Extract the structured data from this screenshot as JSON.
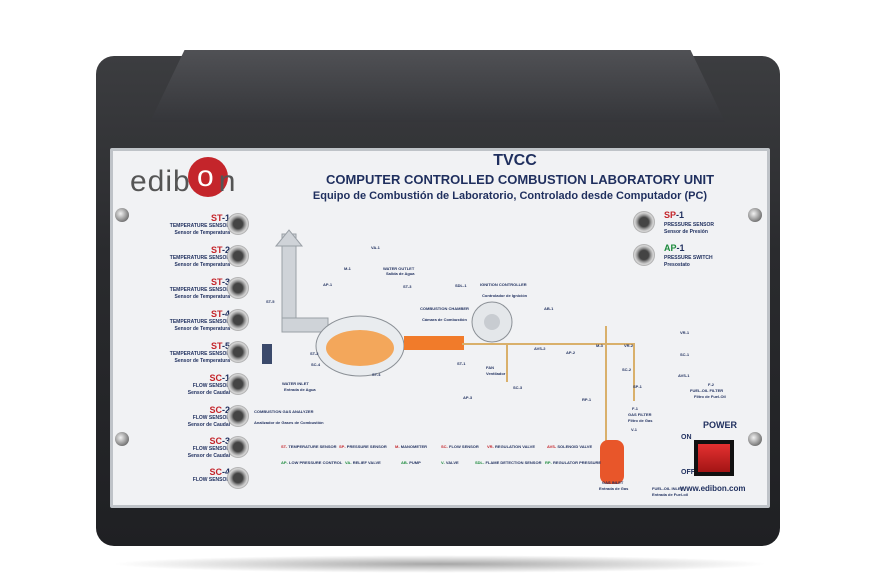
{
  "title": {
    "model": "TVCC",
    "en": "COMPUTER CONTROLLED COMBUSTION LABORATORY UNIT",
    "es": "Equipo de Combustión de Laboratorio, Controlado desde Computador (PC)"
  },
  "brand": {
    "pre": "edib",
    "o": "o",
    "post": "n",
    "site": "www.edibon.com"
  },
  "colors": {
    "navy": "#1f2f5e",
    "red": "#c4252b",
    "panel": "#f1f2f4",
    "case": "#2a2b2e"
  },
  "left_sensors": [
    {
      "code_a": "ST",
      "code_b": "-1",
      "en": "TEMPERATURE SENSOR",
      "es": "Sensor de Temperatura"
    },
    {
      "code_a": "ST",
      "code_b": "-2",
      "en": "TEMPERATURE SENSOR",
      "es": "Sensor de Temperatura"
    },
    {
      "code_a": "ST",
      "code_b": "-3",
      "en": "TEMPERATURE SENSOR",
      "es": "Sensor de Temperatura"
    },
    {
      "code_a": "ST",
      "code_b": "-4",
      "en": "TEMPERATURE SENSOR",
      "es": "Sensor de Temperatura"
    },
    {
      "code_a": "ST",
      "code_b": "-5",
      "en": "TEMPERATURE SENSOR",
      "es": "Sensor de Temperatura"
    },
    {
      "code_a": "SC",
      "code_b": "-1",
      "en": "FLOW SENSOR",
      "es": "Sensor de Caudal"
    },
    {
      "code_a": "SC",
      "code_b": "-2",
      "en": "FLOW SENSOR",
      "es": "Sensor de Caudal"
    },
    {
      "code_a": "SC",
      "code_b": "-3",
      "en": "FLOW SENSOR",
      "es": "Sensor de Caudal"
    },
    {
      "code_a": "SC",
      "code_b": "-4",
      "en": "FLOW SENSOR",
      "es": ""
    }
  ],
  "right_sensors": [
    {
      "code_a": "SP",
      "code_b": "-1",
      "en": "PRESSURE SENSOR",
      "es": "Sensor de Presión"
    },
    {
      "code_a": "AP",
      "code_b": "-1",
      "en": "PRESSURE SWITCH",
      "es": "Presostato"
    }
  ],
  "diagram_labels": {
    "va1": "VA-1",
    "m1": "M-1",
    "ap1": "AP-1",
    "st3": "ST-3",
    "st5": "ST-5",
    "st2": "ST-2",
    "sc4": "SC-4",
    "st4": "ST-4",
    "water_outlet": "WATER OUTLET",
    "water_outlet_es": "Salida de Agua",
    "water_inlet": "WATER INLET",
    "water_inlet_es": "Entrada de Agua",
    "chamber": "COMBUSTION CHAMBER",
    "chamber_es": "Cámara de Combustión",
    "analyzer": "COMBUSTION GAS ANALYZER",
    "analyzer_es": "Analizador de Gases de Combustión",
    "sdl1": "SDL-1",
    "ignition": "IGNITION CONTROLLER",
    "ignition_es": "Controlador de Ignición",
    "st1": "ST-1",
    "fan": "FAN",
    "fan_es": "Ventilador",
    "sc3": "SC-3",
    "ap3": "AP-3",
    "ab1": "AB-1",
    "avs2": "AVS-2",
    "ap2": "AP-2",
    "m3": "M-3",
    "vr2": "VR-2",
    "vr1": "VR-1",
    "sc1": "SC-1",
    "avs1": "AVS-1",
    "sc2": "SC-2",
    "sp1": "SP-1",
    "rp1": "RP-1",
    "f1": "F-1",
    "gas_filter": "GAS FILTER",
    "gas_filter_es": "Filtro de Gas",
    "v1": "V-1",
    "f2": "F-2",
    "fuel_filter": "FUEL-OIL FILTER",
    "fuel_filter_es": "Filtro de Fuel-Oil",
    "gas_inlet": "GAS INLET",
    "gas_inlet_es": "Entrada de Gas",
    "fuel_inlet": "FUEL-OIL INLET",
    "fuel_inlet_es": "Entrada de Fuel-oil"
  },
  "legend": [
    [
      "ST-",
      "TEMPERATURE SENSOR",
      "SP-",
      "PRESSURE SENSOR",
      "M-",
      "MANOMETER",
      "SC-",
      "FLOW SENSOR",
      "VR-",
      "REGULATION VALVE",
      "AVS-",
      "SOLENOID VALVE"
    ],
    [
      "AP-",
      "LOW PRESSURE CONTROL",
      "VA-",
      "RELIEF VALVE",
      "AB-",
      "PUMP",
      "V-",
      "VALVE",
      "SDL-",
      "FLAME DETECTION SENSOR",
      "RP-",
      "REGULATOR PRESSURE"
    ]
  ],
  "power": {
    "label": "POWER",
    "on": "ON",
    "off": "OFF"
  }
}
